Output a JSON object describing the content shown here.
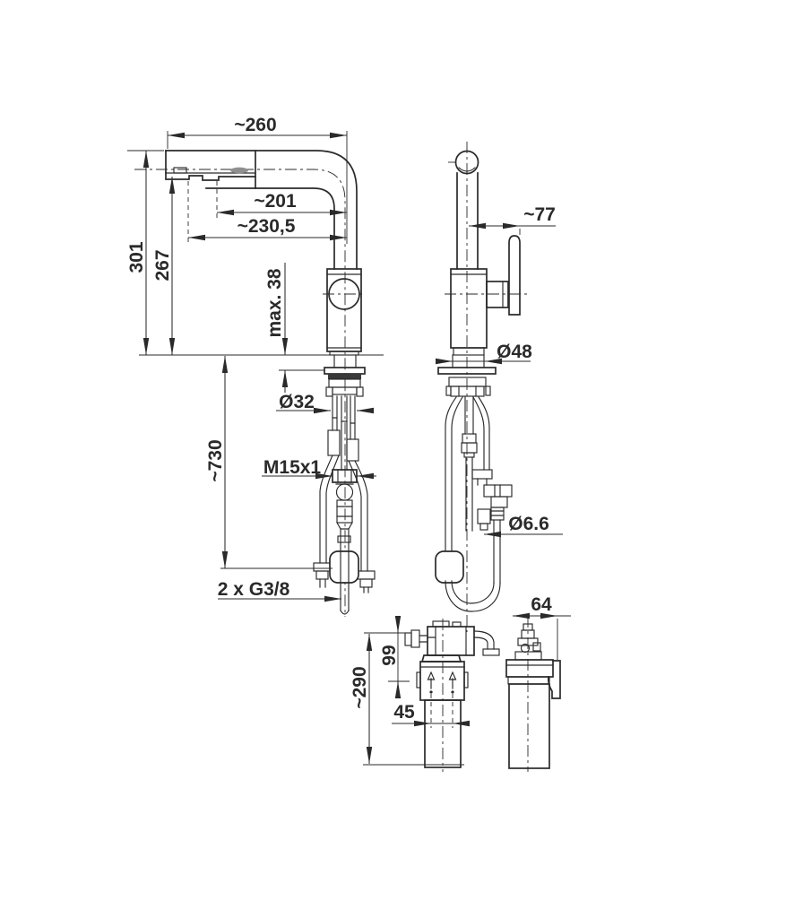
{
  "drawing": {
    "colors": {
      "background": "#ffffff",
      "line": "#2a2a2a",
      "button_gray": "#8f8f8f",
      "gasket_dark": "#3a3a3a"
    },
    "dimensions": {
      "spout_reach": "~260",
      "reach_inner": "~201",
      "reach_outer": "~230,5",
      "height_total": "301",
      "height_outlet": "267",
      "deck_max": "max. 38",
      "handle_offset": "~77",
      "base_dia": "Ø48",
      "hole_dia": "Ø32",
      "hose_thread": "M15x1",
      "hose_length": "~730",
      "tube_dia": "Ø6.6",
      "supply": "2 x G3/8",
      "filter_width": "64",
      "filter_head_height": "99",
      "filter_height": "~290",
      "port_spacing": "45"
    }
  }
}
